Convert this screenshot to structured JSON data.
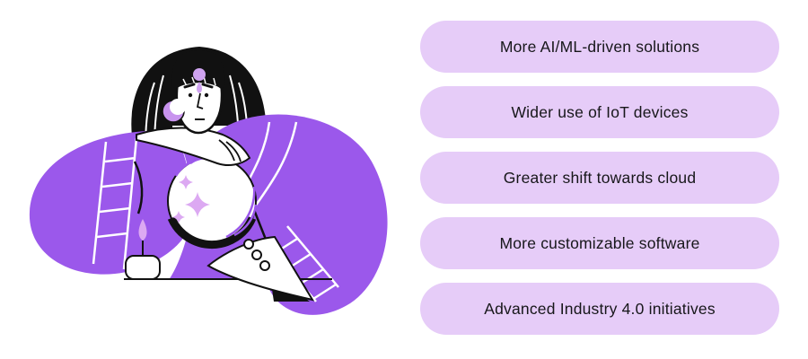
{
  "illustration": {
    "name": "fortune-teller-with-crystal-ball",
    "description": "Fortune teller in a purple robe gazing into a sparkling crystal ball beside a lit candle",
    "colors": {
      "robe_purple": "#9B58EB",
      "sparkle_light_purple": "#DCA9F2",
      "earring_lavender": "#C893EE",
      "ink": "#111111",
      "white": "#FFFFFF"
    }
  },
  "predictions": {
    "pill_background": "#E6CCF8",
    "text_color": "#17171A",
    "items": [
      {
        "label": "More AI/ML-driven solutions"
      },
      {
        "label": "Wider use of IoT devices"
      },
      {
        "label": "Greater shift towards cloud"
      },
      {
        "label": "More customizable software"
      },
      {
        "label": "Advanced Industry 4.0 initiatives"
      }
    ]
  }
}
